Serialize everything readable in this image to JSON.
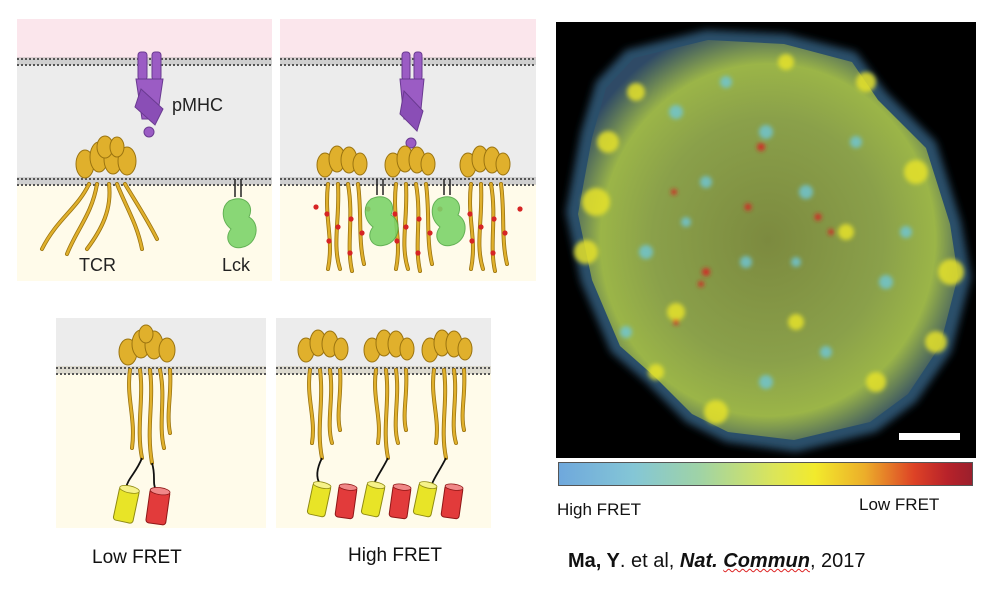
{
  "top_left": {
    "pmhc_label": "pMHC",
    "tcr_label": "TCR",
    "lck_label": "Lck"
  },
  "captions": {
    "low_fret": "Low FRET",
    "high_fret": "High FRET"
  },
  "colorbar": {
    "left_label": "High FRET",
    "right_label": "Low FRET"
  },
  "citation": {
    "author": "Ma, Y",
    "after_author": ". et al, ",
    "journal_a": "Nat.",
    "journal_b": "Commun",
    "year": ", 2017"
  },
  "colors": {
    "tcr_gold": "#e0b02c",
    "pmhc_purple": "#9b5cc4",
    "lck_green": "#7dd46a",
    "fret_yellow": "#e8e427",
    "fret_red": "#e23b3b",
    "phospho_red": "#d62424"
  }
}
